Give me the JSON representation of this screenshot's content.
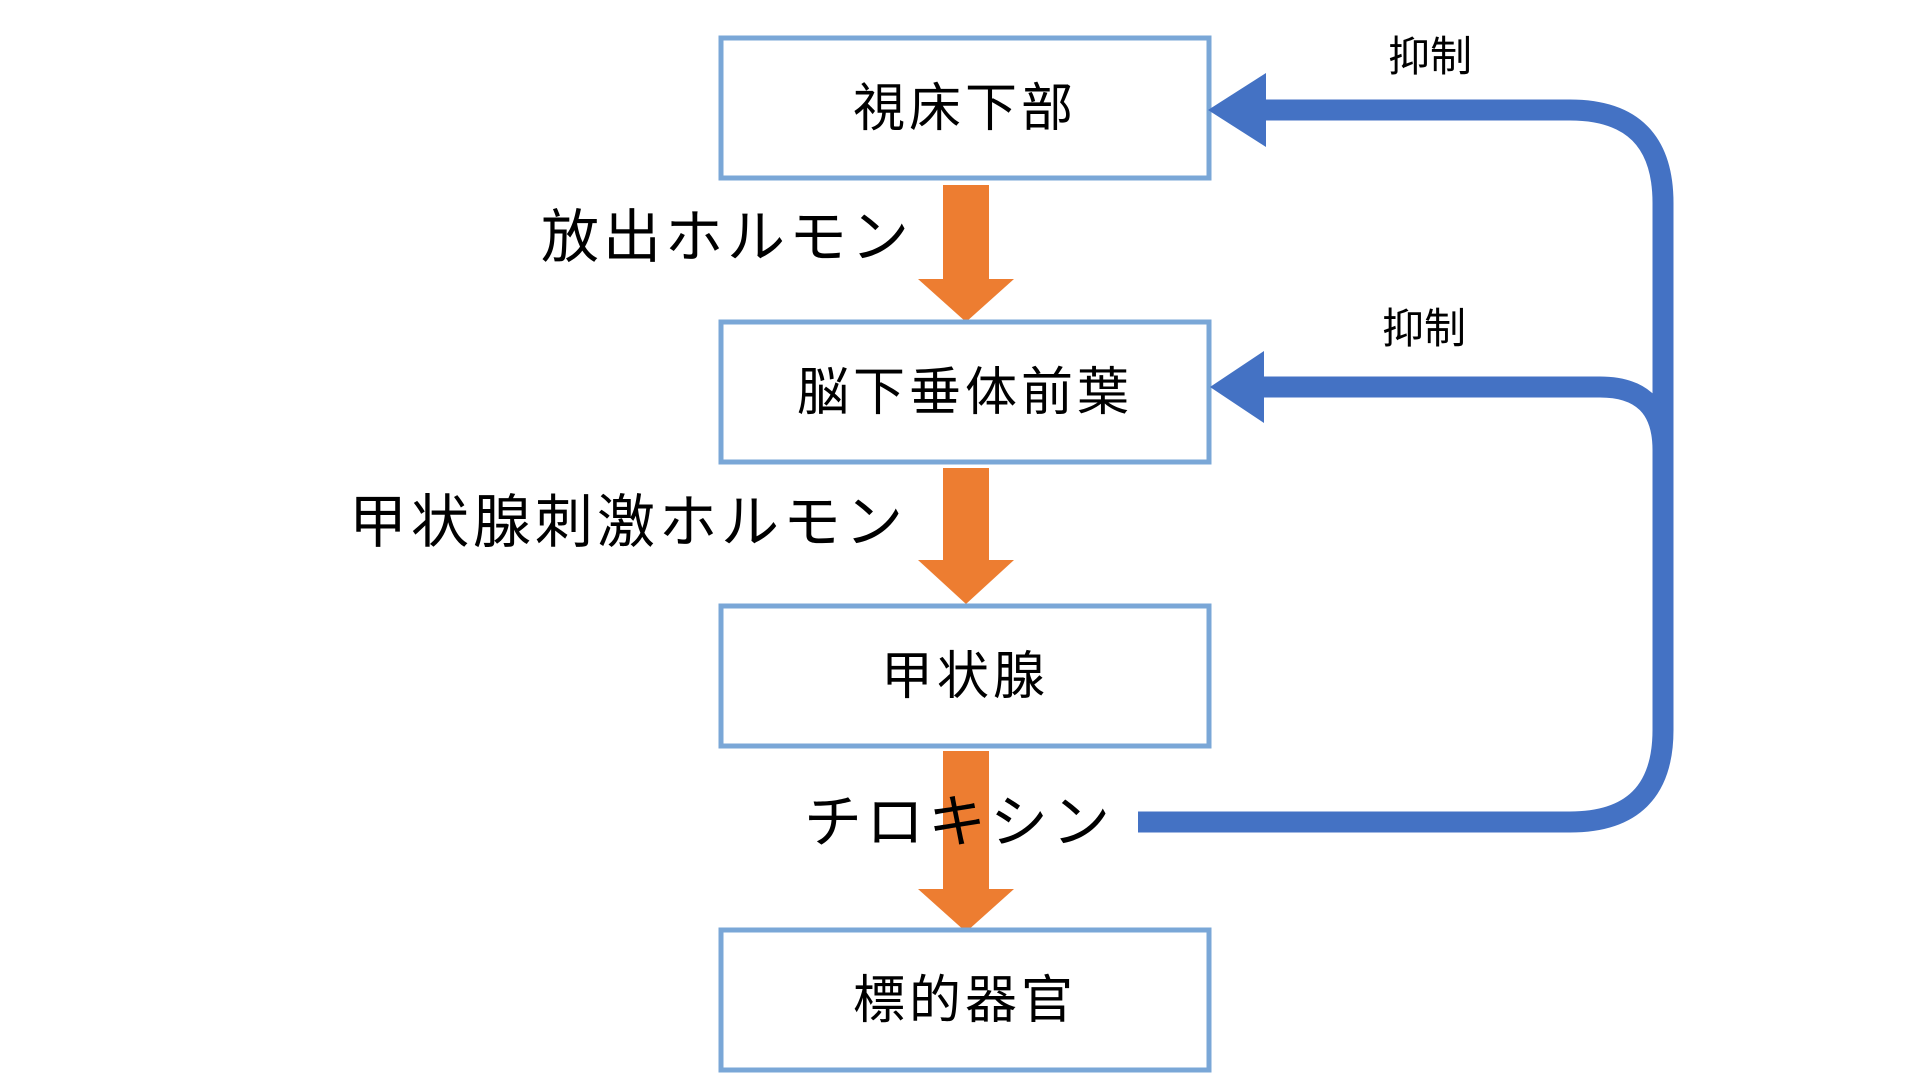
{
  "diagram": {
    "nodes": [
      {
        "id": "hypothalamus",
        "label": "視床下部"
      },
      {
        "id": "anterior-pituitary",
        "label": "脳下垂体前葉"
      },
      {
        "id": "thyroid",
        "label": "甲状腺"
      },
      {
        "id": "target-organ",
        "label": "標的器官"
      }
    ],
    "edges": [
      {
        "from": "hypothalamus",
        "to": "anterior-pituitary",
        "label": "放出ホルモン"
      },
      {
        "from": "anterior-pituitary",
        "to": "thyroid",
        "label": "甲状腺刺激ホルモン"
      },
      {
        "from": "thyroid",
        "to": "target-organ",
        "label": "チロキシン"
      }
    ],
    "feedback": [
      {
        "from": "thyroid",
        "to": "hypothalamus",
        "label": "抑制"
      },
      {
        "from": "thyroid",
        "to": "anterior-pituitary",
        "label": "抑制"
      }
    ]
  },
  "colors": {
    "box_border": "#7aa7d7",
    "flow_arrow": "#ed7d31",
    "feedback_line": "#4472c4"
  }
}
